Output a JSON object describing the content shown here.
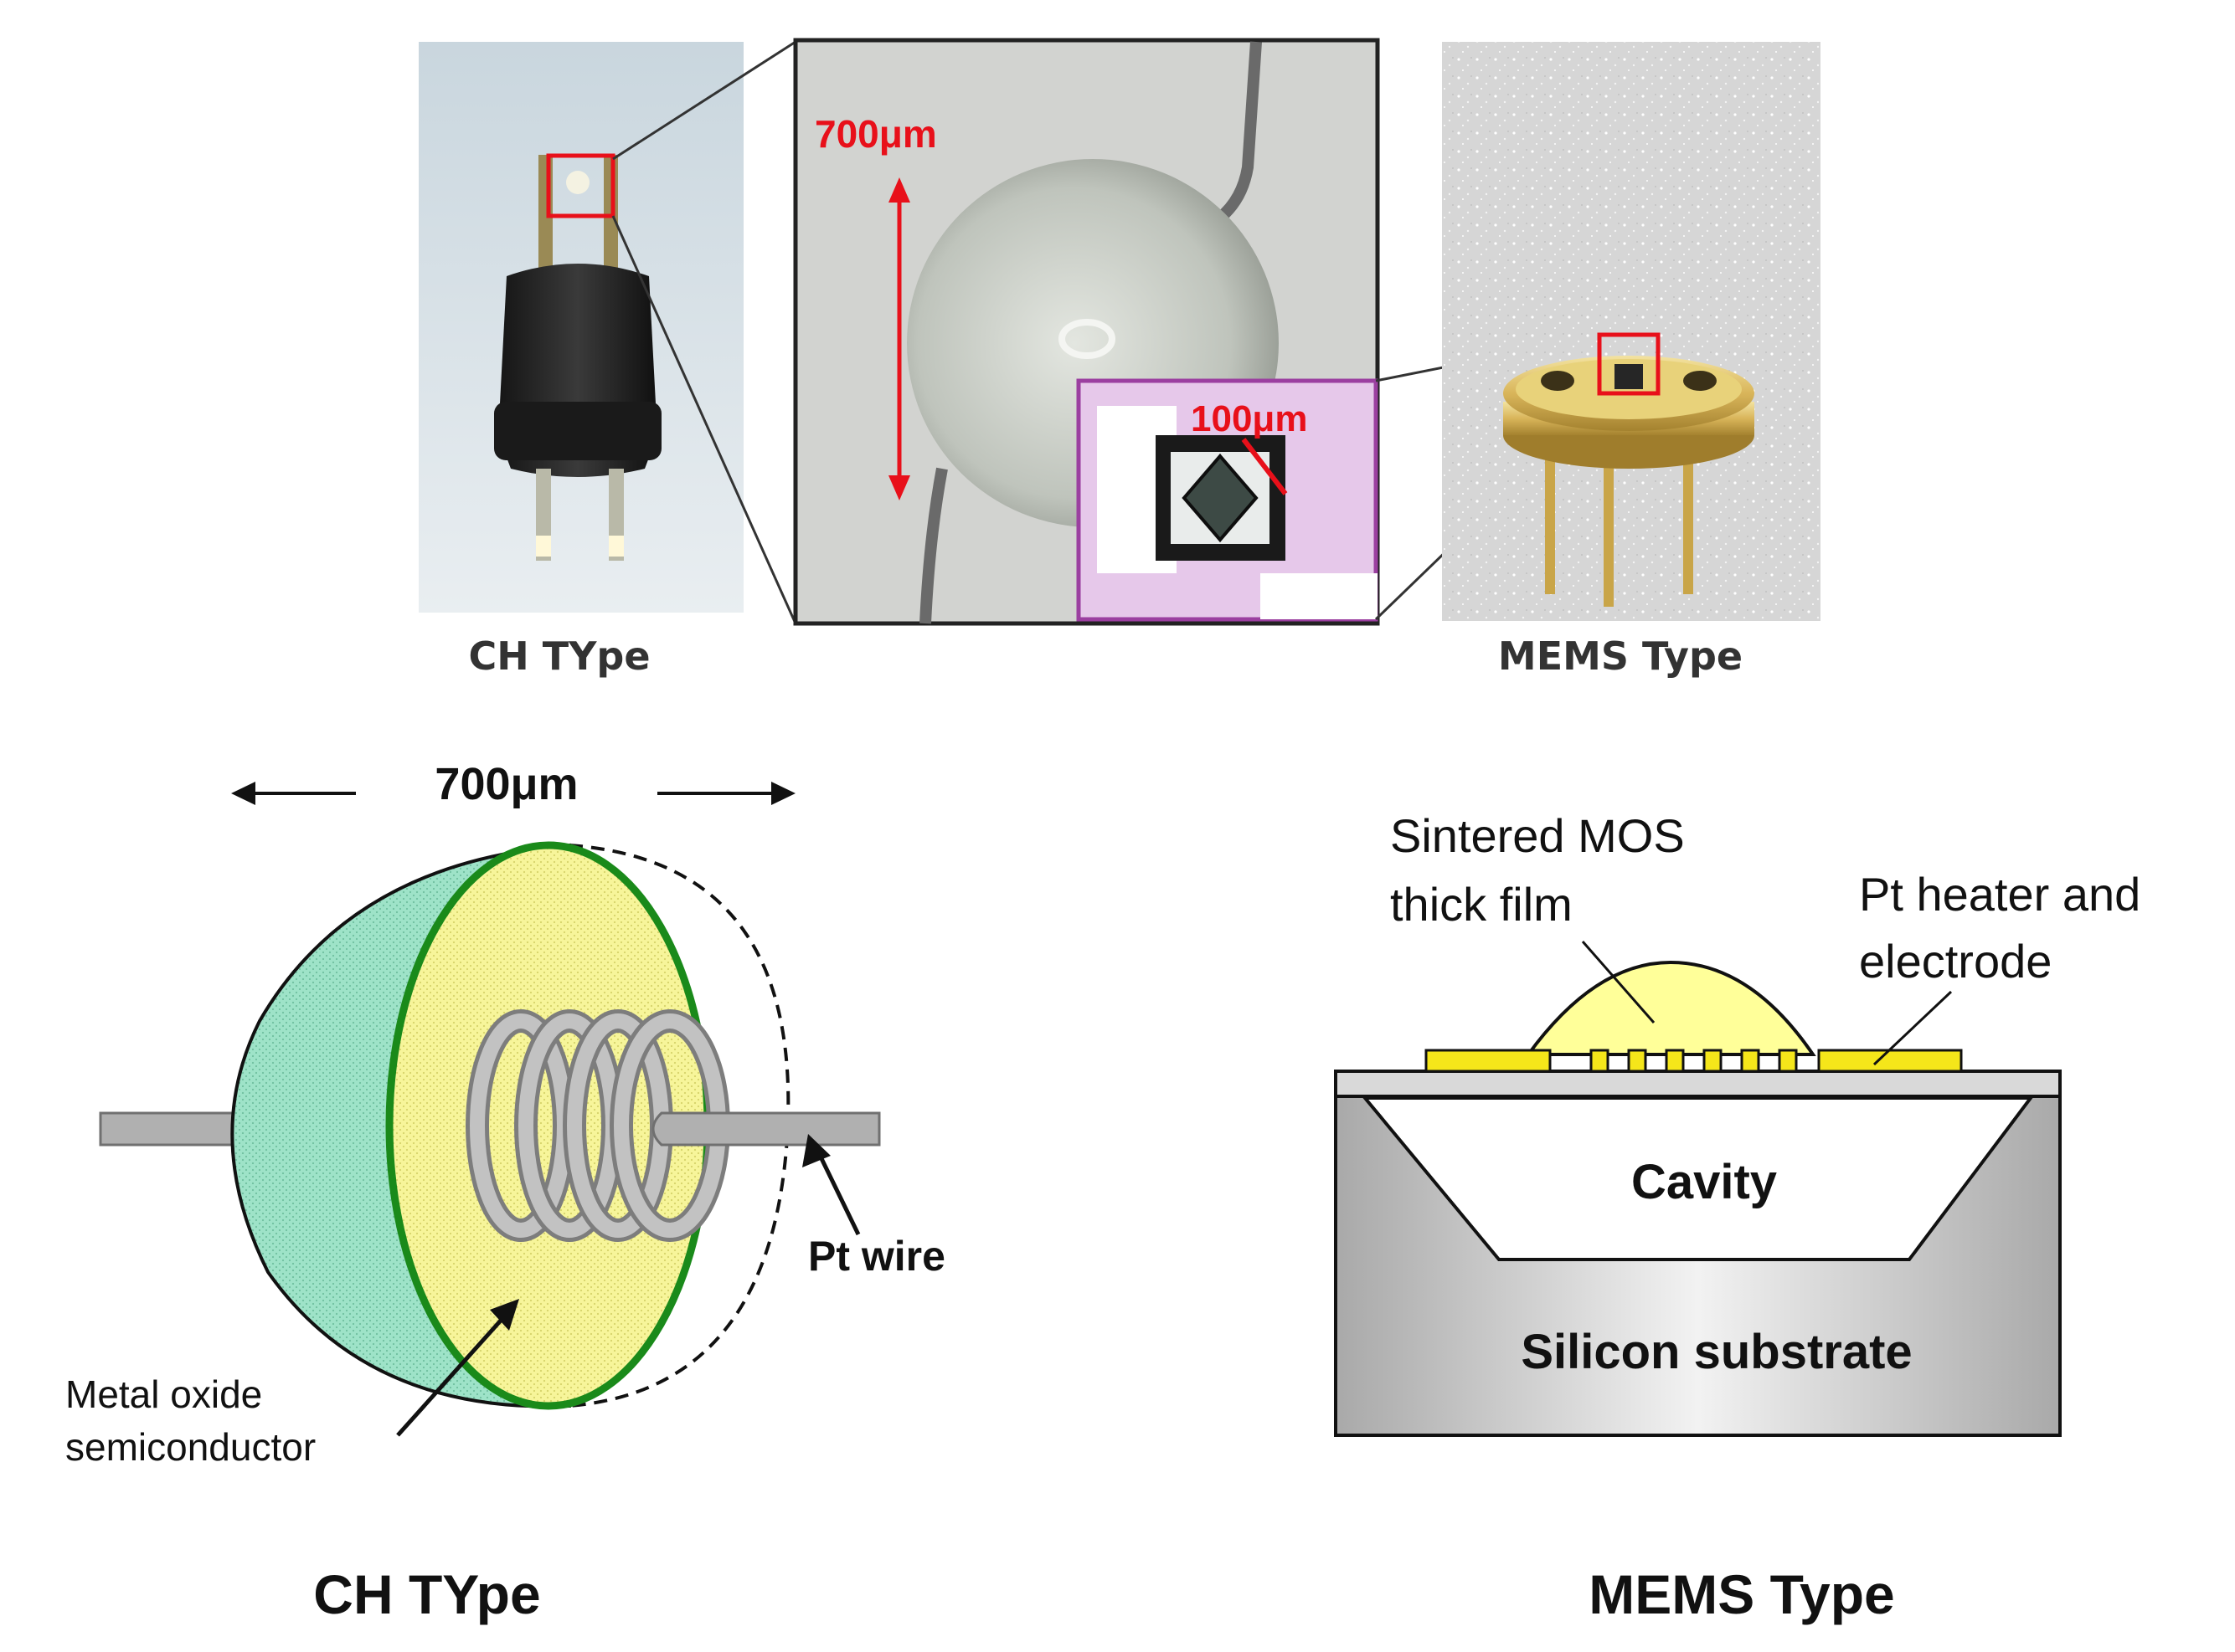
{
  "photos": {
    "ch_caption": "CH TYpe",
    "mems_caption": "MEMS Type",
    "zoom_bead_size": "700μm",
    "zoom_chip_size": "100μm"
  },
  "ch_diagram": {
    "dimension": "700μm",
    "pt_wire": "Pt wire",
    "mos_line1": "Metal oxide",
    "mos_line2": "semiconductor",
    "caption": "CH TYpe"
  },
  "mems_diagram": {
    "film_line1": "Sintered MOS",
    "film_line2": "thick film",
    "heater_line1": "Pt heater and",
    "heater_line2": "electrode",
    "cavity": "Cavity",
    "substrate": "Silicon substrate",
    "caption": "MEMS Type"
  },
  "colors": {
    "accent_red": "#e8101a",
    "bead_green": "#9ee3c8",
    "mos_yellow": "#f7f59a",
    "ring_green": "#1a8a1a",
    "coil_gray": "#b5b5b5",
    "film_yellow": "#ffff99",
    "electrode_yellow": "#f5e61a",
    "inset_frame": "#9b3fa0"
  }
}
